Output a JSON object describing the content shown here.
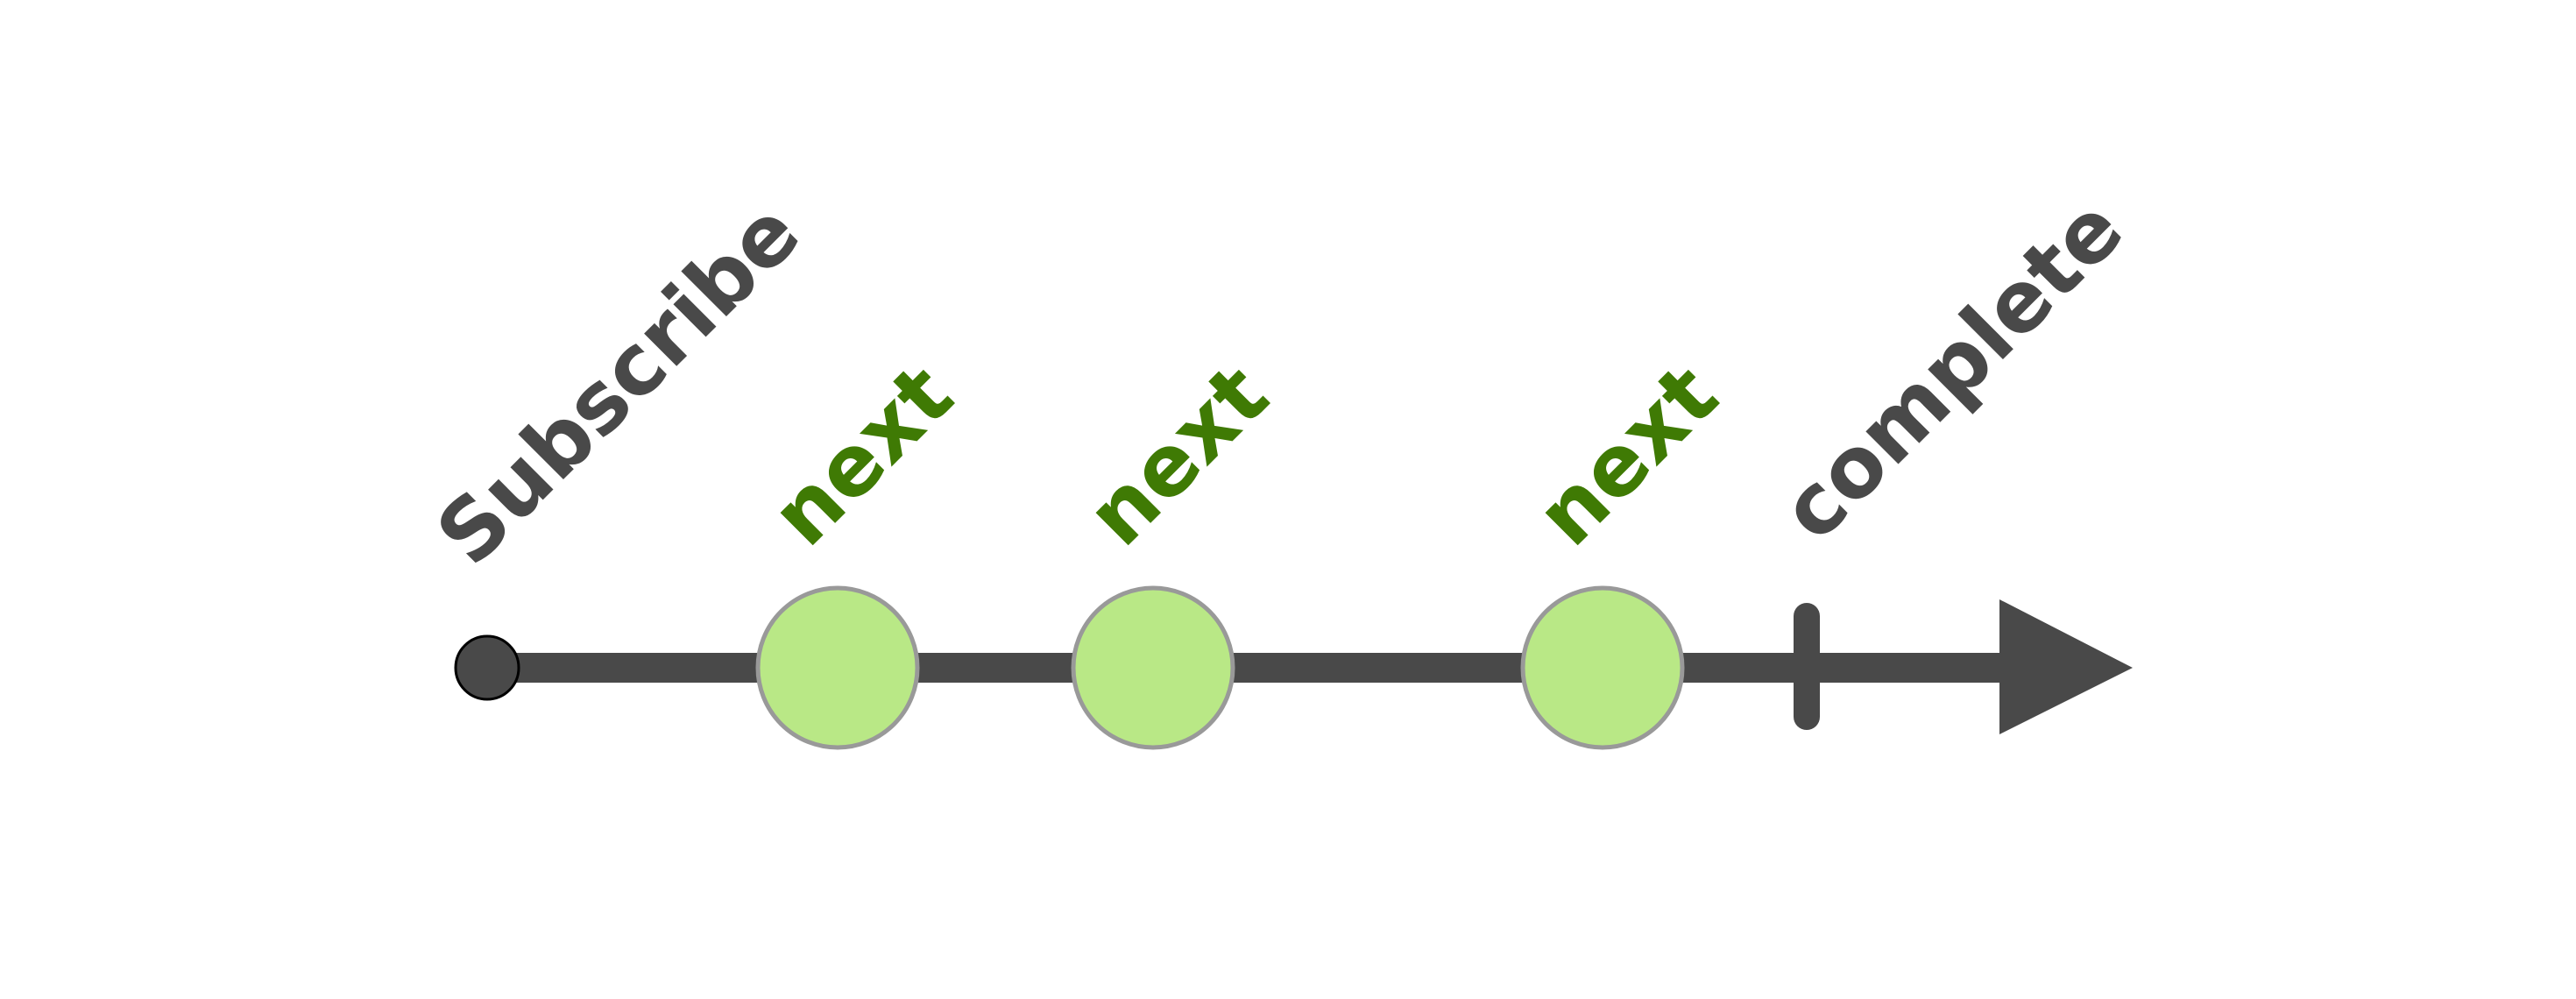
{
  "diagram": {
    "labels": {
      "subscribe": "Subscribe",
      "next_1": "next",
      "next_2": "next",
      "next_3": "next",
      "complete": "complete"
    },
    "colors": {
      "line": "#494949",
      "text_dark": "#494949",
      "text_green": "#3f7a04",
      "node_fill": "#b9e886",
      "node_stroke": "#999999",
      "start_dot": "#494949"
    }
  }
}
